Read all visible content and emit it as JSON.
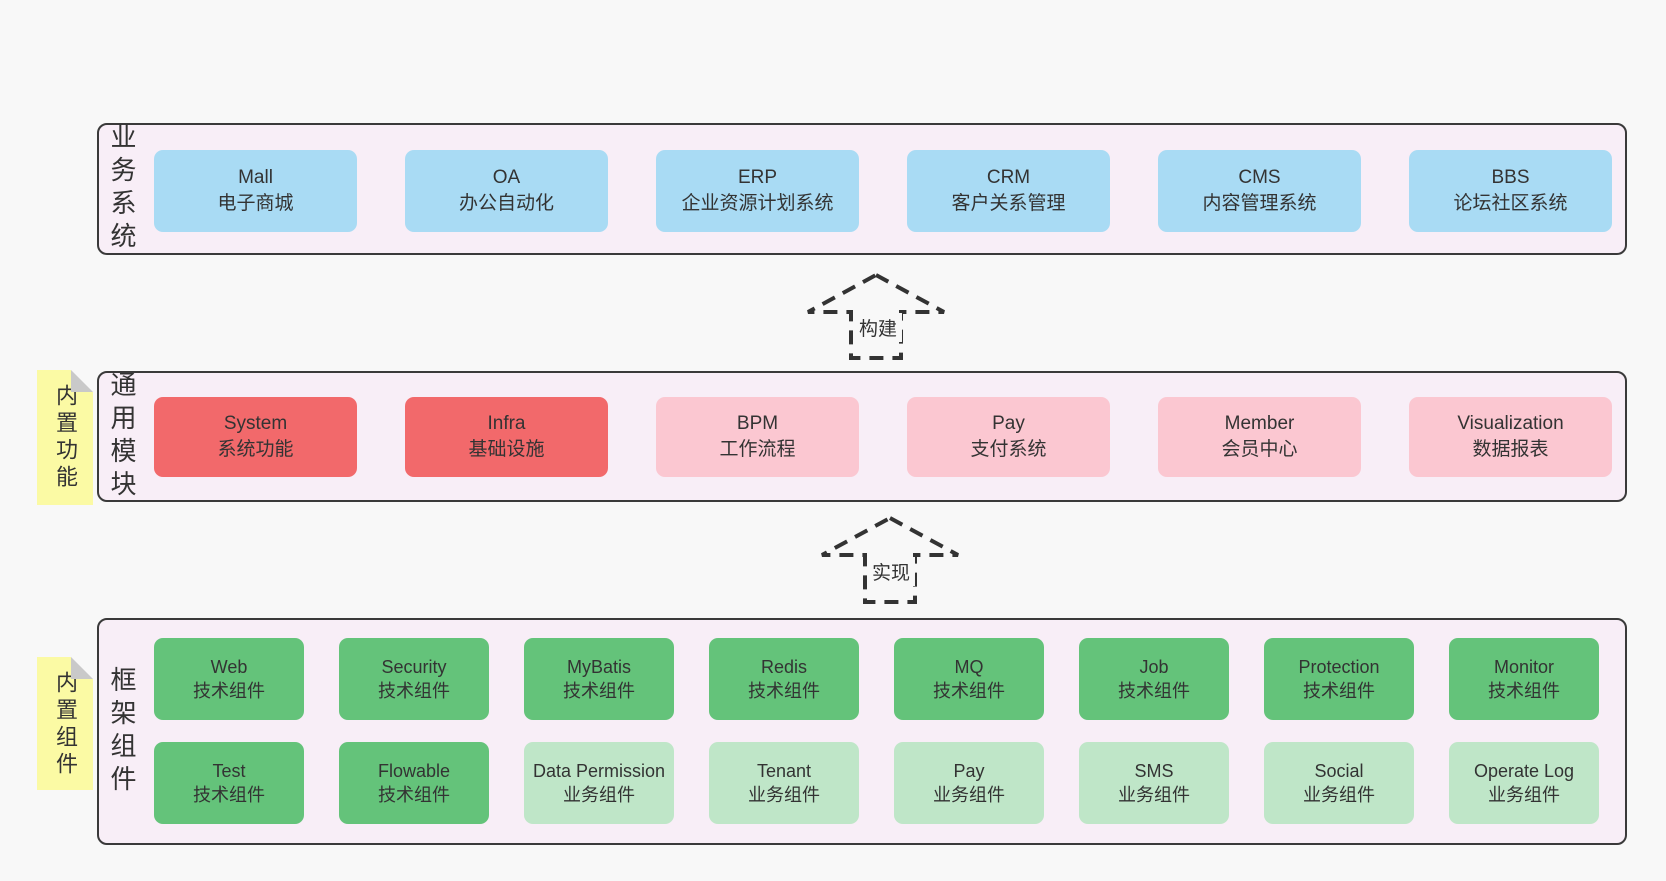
{
  "colors": {
    "page_bg": "#f8f8f8",
    "layer_bg": "#f8eef7",
    "layer_border": "#3a3a3a",
    "box_blue": "#a9dbf4",
    "box_red": "#f2696b",
    "box_pink": "#fbc7d1",
    "box_green_dark": "#64c37a",
    "box_green_light": "#bfe6c8",
    "note_yellow": "#fbfaa4",
    "note_fold_gray": "#c9c9c9",
    "text": "#333333"
  },
  "arrows": [
    {
      "label": "构建"
    },
    {
      "label": "实现"
    }
  ],
  "layers": {
    "business": {
      "label": "业务系统",
      "boxes": [
        {
          "name": "Mall",
          "subtitle": "电子商城",
          "variant": "blue"
        },
        {
          "name": "OA",
          "subtitle": "办公自动化",
          "variant": "blue"
        },
        {
          "name": "ERP",
          "subtitle": "企业资源计划系统",
          "variant": "blue"
        },
        {
          "name": "CRM",
          "subtitle": "客户关系管理",
          "variant": "blue"
        },
        {
          "name": "CMS",
          "subtitle": "内容管理系统",
          "variant": "blue"
        },
        {
          "name": "BBS",
          "subtitle": "论坛社区系统",
          "variant": "blue"
        }
      ]
    },
    "modules": {
      "label": "通用模块",
      "note": "内置功能",
      "boxes": [
        {
          "name": "System",
          "subtitle": "系统功能",
          "variant": "red"
        },
        {
          "name": "Infra",
          "subtitle": "基础设施",
          "variant": "red"
        },
        {
          "name": "BPM",
          "subtitle": "工作流程",
          "variant": "pink"
        },
        {
          "name": "Pay",
          "subtitle": "支付系统",
          "variant": "pink"
        },
        {
          "name": "Member",
          "subtitle": "会员中心",
          "variant": "pink"
        },
        {
          "name": "Visualization",
          "subtitle": "数据报表",
          "variant": "pink"
        }
      ]
    },
    "components": {
      "label": "框架组件",
      "note": "内置组件",
      "rows": [
        [
          {
            "name": "Web",
            "subtitle": "技术组件",
            "variant": "green-dark"
          },
          {
            "name": "Security",
            "subtitle": "技术组件",
            "variant": "green-dark"
          },
          {
            "name": "MyBatis",
            "subtitle": "技术组件",
            "variant": "green-dark"
          },
          {
            "name": "Redis",
            "subtitle": "技术组件",
            "variant": "green-dark"
          },
          {
            "name": "MQ",
            "subtitle": "技术组件",
            "variant": "green-dark"
          },
          {
            "name": "Job",
            "subtitle": "技术组件",
            "variant": "green-dark"
          },
          {
            "name": "Protection",
            "subtitle": "技术组件",
            "variant": "green-dark"
          },
          {
            "name": "Monitor",
            "subtitle": "技术组件",
            "variant": "green-dark"
          }
        ],
        [
          {
            "name": "Test",
            "subtitle": "技术组件",
            "variant": "green-dark"
          },
          {
            "name": "Flowable",
            "subtitle": "技术组件",
            "variant": "green-dark"
          },
          {
            "name": "Data Permission",
            "subtitle": "业务组件",
            "variant": "green-light"
          },
          {
            "name": "Tenant",
            "subtitle": "业务组件",
            "variant": "green-light"
          },
          {
            "name": "Pay",
            "subtitle": "业务组件",
            "variant": "green-light"
          },
          {
            "name": "SMS",
            "subtitle": "业务组件",
            "variant": "green-light"
          },
          {
            "name": "Social",
            "subtitle": "业务组件",
            "variant": "green-light"
          },
          {
            "name": "Operate Log",
            "subtitle": "业务组件",
            "variant": "green-light"
          }
        ]
      ]
    }
  }
}
